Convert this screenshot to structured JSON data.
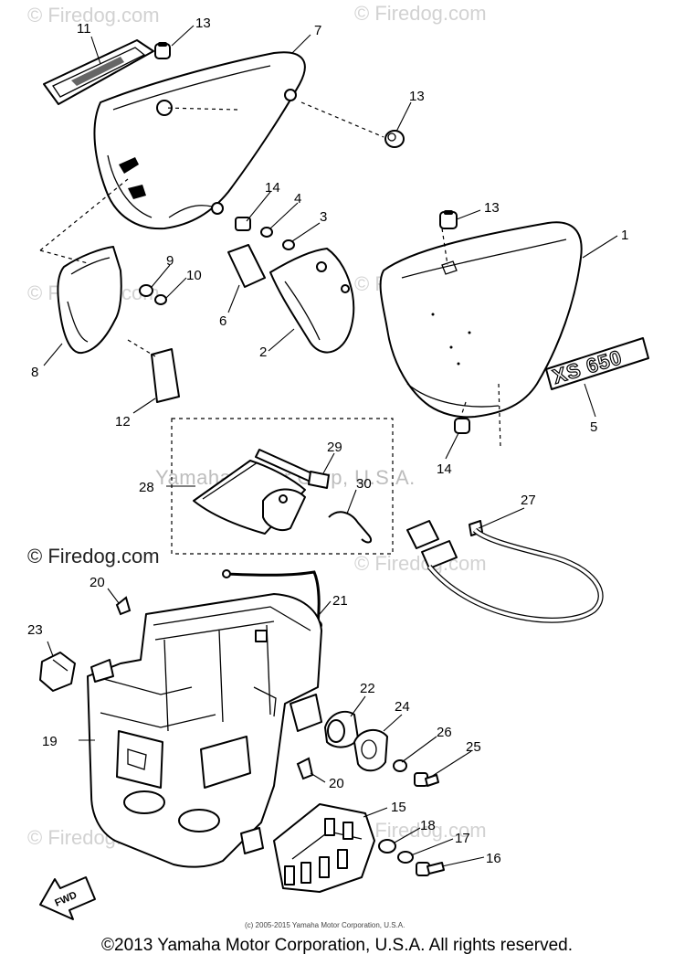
{
  "watermarks": {
    "top_left": "© Firedog.com",
    "top_right": "© Firedog.com",
    "mid_left": "© Firedog.com",
    "mid_right": "© Firedog.com",
    "center": "Yamaha Motor Corp, U.S.A.",
    "left_bold": "© Firedog.com",
    "lower_right": "© Firedog.com",
    "bottom_left": "© Firedog.com",
    "bottom_right": "© Firedog.com"
  },
  "emblem_text": "XS 650",
  "fwd_label": "FWD",
  "small_copyright": "(c) 2005-2015 Yamaha Motor Corporation, U.S.A.",
  "footer": "©2013 Yamaha Motor Corporation, U.S.A. All rights reserved.",
  "callouts": {
    "c1": "1",
    "c2": "2",
    "c3": "3",
    "c4": "4",
    "c5": "5",
    "c6": "6",
    "c7": "7",
    "c8": "8",
    "c9": "9",
    "c10": "10",
    "c11": "11",
    "c12": "12",
    "c13a": "13",
    "c13b": "13",
    "c13c": "13",
    "c14a": "14",
    "c14b": "14",
    "c15": "15",
    "c16": "16",
    "c17": "17",
    "c18": "18",
    "c19": "19",
    "c20a": "20",
    "c20b": "20",
    "c21": "21",
    "c22": "22",
    "c23": "23",
    "c24": "24",
    "c25": "25",
    "c26": "26",
    "c27": "27",
    "c28": "28",
    "c29": "29",
    "c30": "30"
  }
}
